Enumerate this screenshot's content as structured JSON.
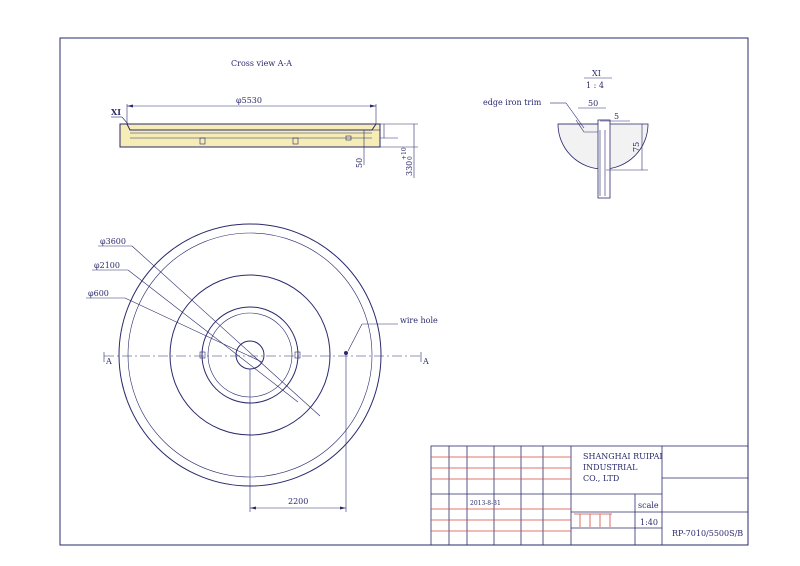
{
  "drawing": {
    "cross_view_title": "Cross view A-A",
    "marker_xi": "XI",
    "dim_overall_dia": "φ5530",
    "dim_depth_small": "50",
    "dim_height": "330",
    "dim_height_tol": "+10\n0",
    "dim_3600": "φ3600",
    "dim_2100": "φ2100",
    "dim_600": "φ600",
    "wire_hole_label": "wire hole",
    "section_mark_left": "A",
    "section_mark_right": "A",
    "dim_radius": "2200",
    "detail_label": "XI",
    "detail_scale": "1 : 4",
    "edge_trim_label": "edge iron trim",
    "detail_dim_50": "50",
    "detail_dim_5": "5",
    "detail_dim_75": "75"
  },
  "title_block": {
    "company_line1": "SHANGHAI RUIPAI",
    "company_line2": "INDUSTRIAL",
    "company_line3": "CO., LTD",
    "date": "2013-8-31",
    "scale_label": "scale",
    "scale_value": "1:40",
    "drawing_number": "RP-7010/5500S/B"
  },
  "colors": {
    "line": "#2a2a6e",
    "accent_red": "#d64a3a",
    "fill_tan": "#f6ecb6"
  }
}
